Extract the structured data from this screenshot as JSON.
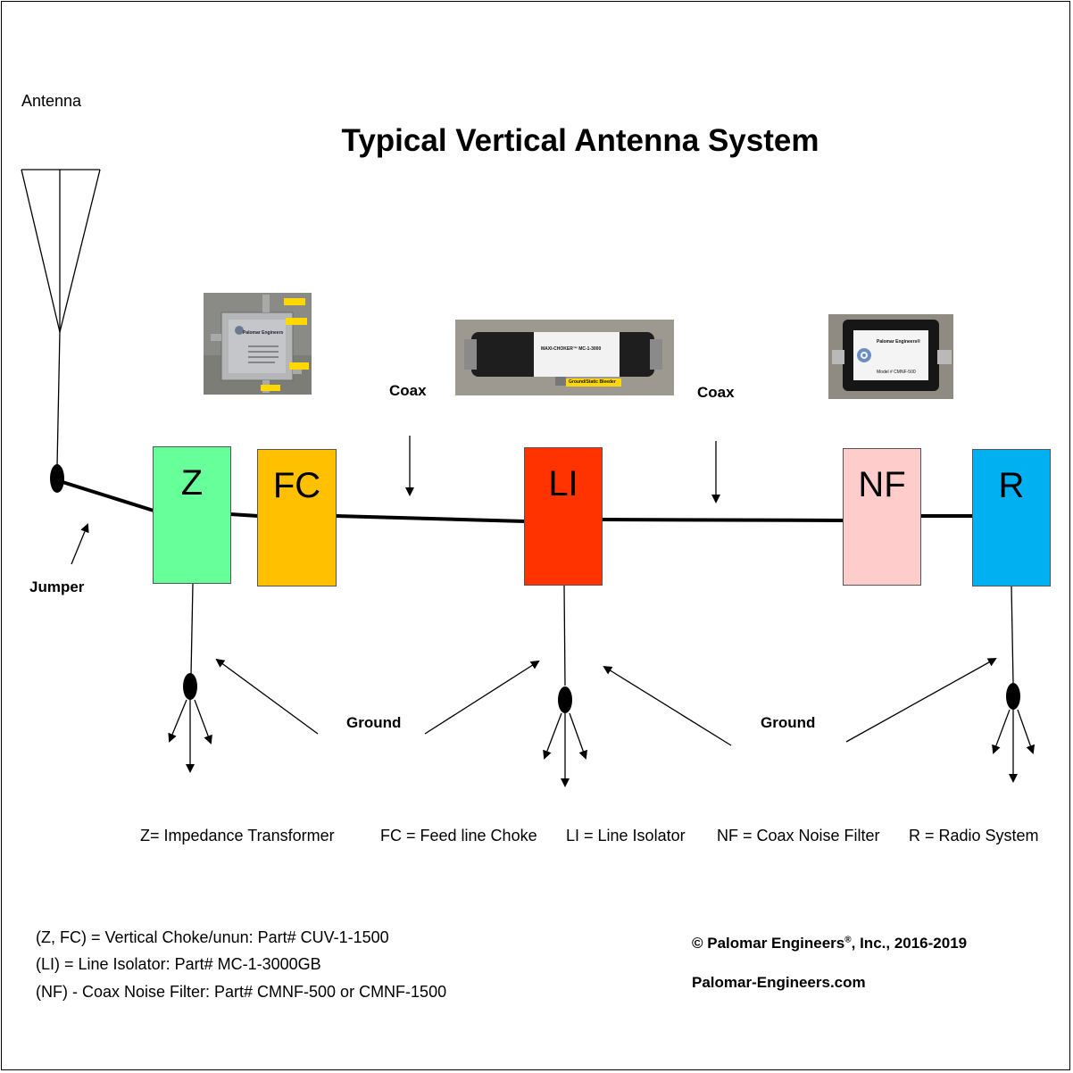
{
  "title": "Typical Vertical Antenna System",
  "labels": {
    "antenna": "Antenna",
    "jumper": "Jumper",
    "coax_left": "Coax",
    "coax_right": "Coax",
    "ground_left": "Ground",
    "ground_right": "Ground"
  },
  "boxes": {
    "z": {
      "label": "Z",
      "color": "#66FF99"
    },
    "fc": {
      "label": "FC",
      "color": "#FFC000"
    },
    "li": {
      "label": "LI",
      "color": "#FF3300"
    },
    "nf": {
      "label": "NF",
      "color": "#FFCCCC"
    },
    "r": {
      "label": "R",
      "color": "#00B0F0"
    }
  },
  "legend_row": [
    "Z= Impedance Transformer",
    "FC = Feed line Choke",
    "LI = Line Isolator",
    "NF = Coax Noise Filter",
    "R = Radio System"
  ],
  "parts": [
    "(Z, FC) = Vertical Choke/unun:  Part# CUV-1-1500",
    "(LI) = Line Isolator: Part# MC-1-3000GB",
    "(NF) - Coax Noise Filter: Part# CMNF-500 or CMNF-1500"
  ],
  "copyright": {
    "prefix": "© Palomar Engineers",
    "reg": "®",
    "suffix": ", Inc., 2016-2019",
    "website": "Palomar-Engineers.com"
  },
  "photos": {
    "unun": {
      "brand": "Palomar Engineers"
    },
    "choke": {
      "line1": "MAXI-CHOKER™ MC-1-3000",
      "tag": "Ground/Static Bleeder"
    },
    "filter": {
      "brand": "Palomar Engineers®",
      "model": "Model # CMNF-500"
    }
  }
}
